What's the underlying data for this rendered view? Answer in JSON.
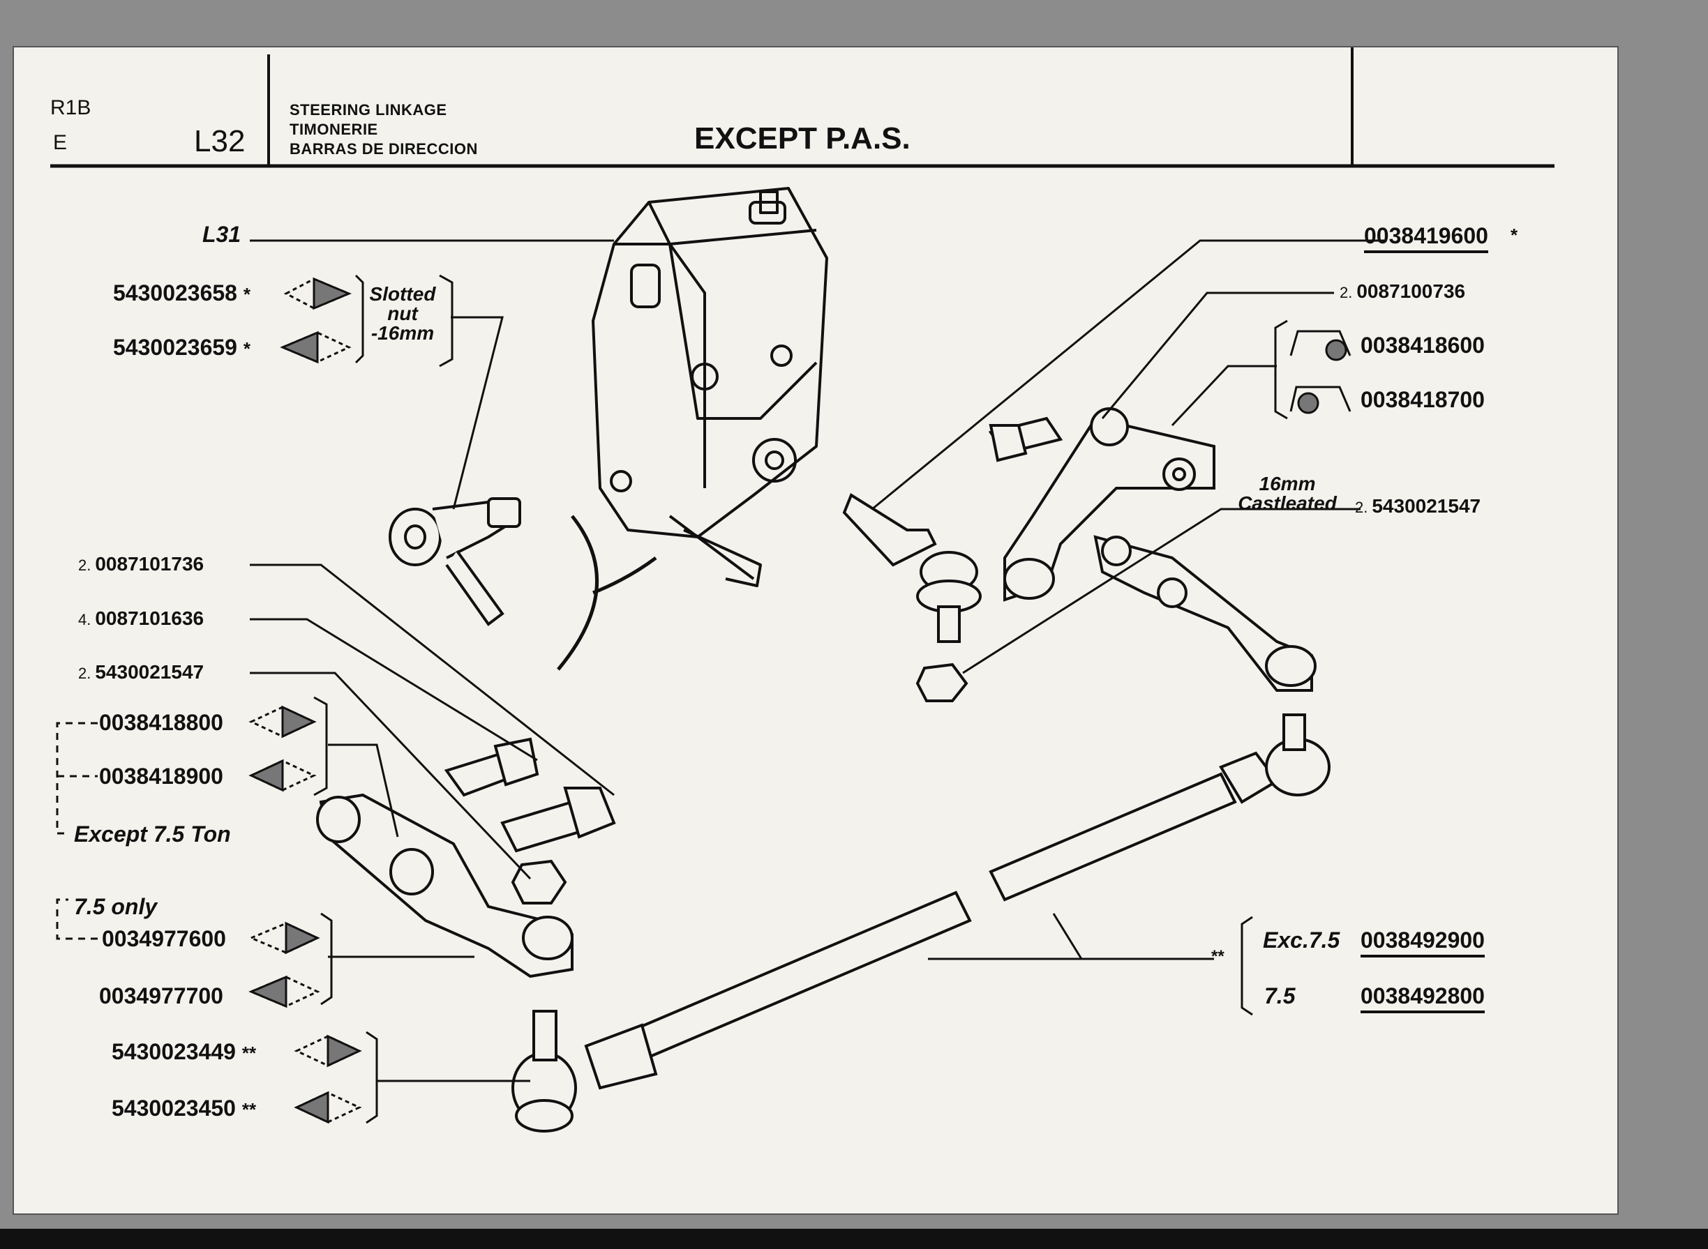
{
  "header": {
    "model_code": "R1B",
    "lang_code": "E",
    "page_code": "L32",
    "section_en": "STEERING LINKAGE",
    "section_fr": "TIMONERIE",
    "section_es": "BARRAS DE DIRECCION",
    "title": "EXCEPT P.A.S."
  },
  "labels": {
    "ref_l31": "L31",
    "slotted_nut_line1": "Slotted",
    "slotted_nut_line2": "nut",
    "slotted_nut_line3": "-16mm",
    "castleated_line1": "16mm",
    "castleated_line2": "Castleated",
    "except_75": "Except 7.5 Ton",
    "only_75": "7.5 only",
    "exc_75": "Exc.7.5",
    "t_75": "7.5",
    "double_star": "**",
    "single_star": "*"
  },
  "parts": {
    "p5430023658": "5430023658",
    "p5430023659": "5430023659",
    "p0038419600": "0038419600",
    "q0087100736": "2.",
    "p0087100736": "0087100736",
    "p0038418600": "0038418600",
    "p0038418700": "0038418700",
    "q5430021547a": "2.",
    "p5430021547a": "5430021547",
    "q0087101736": "2.",
    "p0087101736": "0087101736",
    "q0087101636": "4.",
    "p0087101636": "0087101636",
    "q5430021547b": "2.",
    "p5430021547b": "5430021547",
    "p0038418800": "0038418800",
    "p0038418900": "0038418900",
    "p0034977600": "0034977600",
    "p0034977700": "0034977700",
    "p5430023449": "5430023449",
    "p5430023450": "5430023450",
    "p0038492900": "0038492900",
    "p0038492800": "0038492800"
  }
}
